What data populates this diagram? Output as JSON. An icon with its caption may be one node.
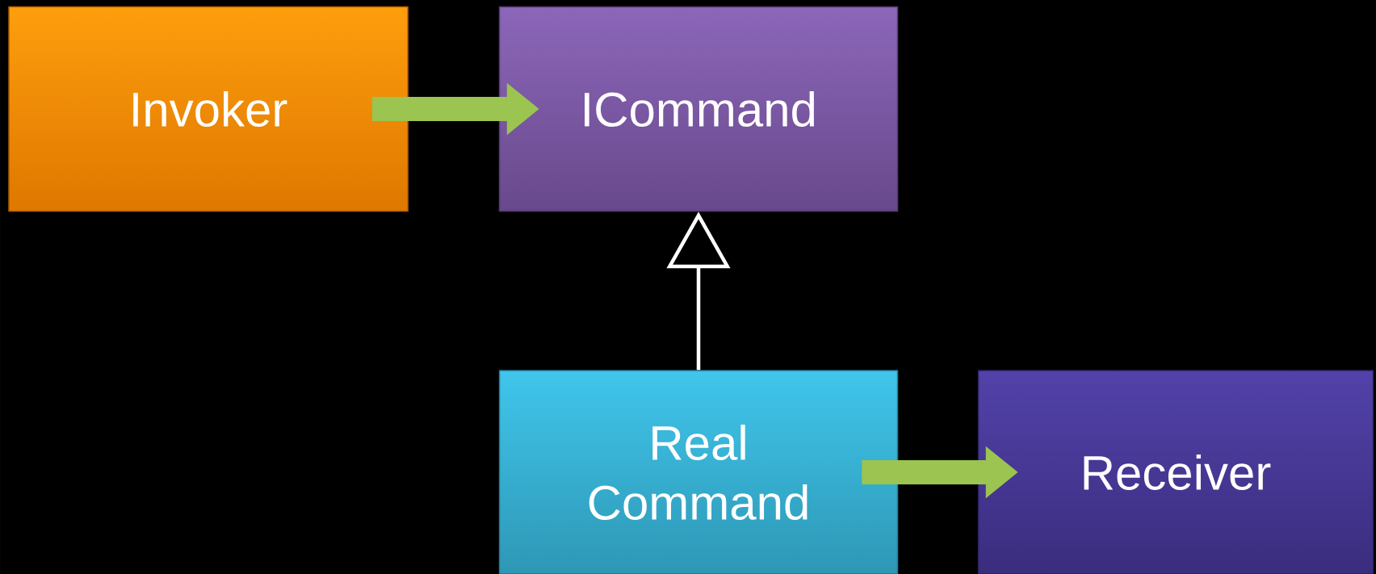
{
  "diagram": {
    "nodes": [
      {
        "text": [
          "Invoker"
        ]
      },
      {
        "text": [
          "ICommand"
        ]
      },
      {
        "text": [
          "Real Command"
        ]
      },
      {
        "text": [
          "Receiver"
        ]
      }
    ],
    "edges": [
      {
        "from": 0,
        "to": 1,
        "arrow": "to"
      },
      {
        "from": 2,
        "to": 1,
        "arrow": "to",
        "color": "#ffffff"
      },
      {
        "from": 2,
        "to": 3,
        "arrow": "to"
      }
    ]
  }
}
